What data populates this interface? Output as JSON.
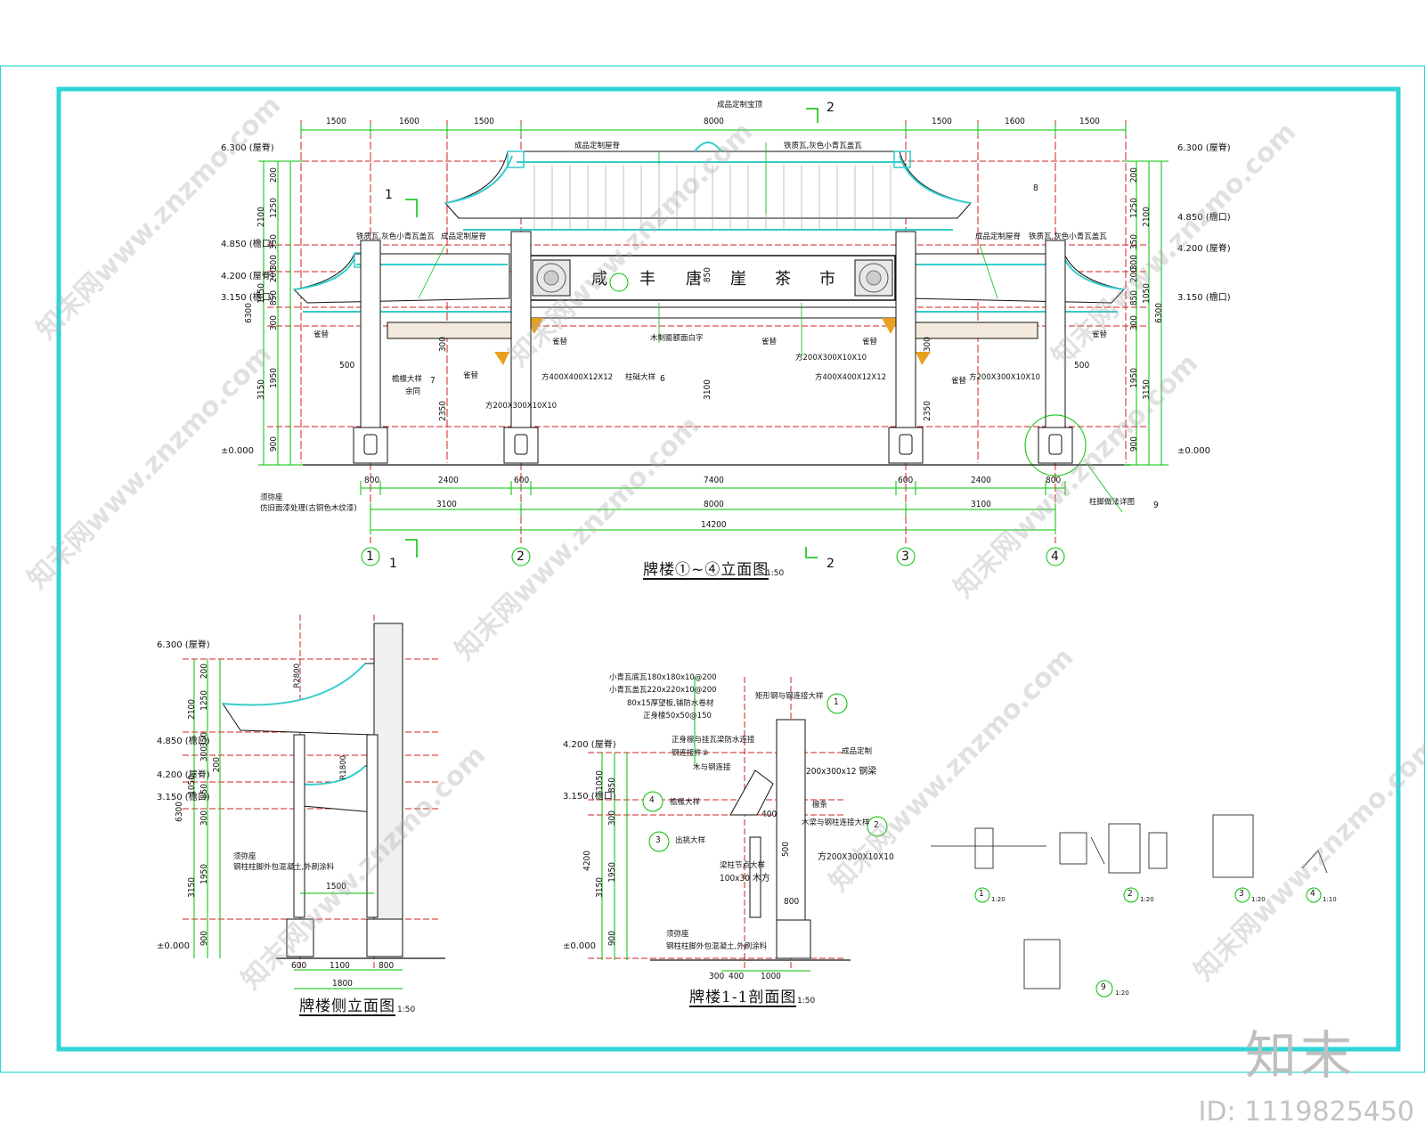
{
  "colors": {
    "frame": "#2fd4d6",
    "dim": "#00c000",
    "axis": "#d02020",
    "ink": "#111111",
    "roof": "#33cccc",
    "accent": "#e8a020"
  },
  "elevation": {
    "title": "牌楼①~④立面图",
    "scale": "1:50",
    "top_dims": [
      "1500",
      "1600",
      "1500",
      "8000",
      "1500",
      "1600",
      "1500"
    ],
    "bottom_dims_1": [
      "800",
      "2400",
      "600",
      "7400",
      "600",
      "2400",
      "800"
    ],
    "bottom_dims_2": [
      "3100",
      "8000",
      "3100"
    ],
    "bottom_total": "14200",
    "axes": [
      "1",
      "2",
      "3",
      "4"
    ],
    "section_marks": [
      "1",
      "1",
      "2",
      "2"
    ],
    "left_levels": [
      "6.300 (屋脊)",
      "4.850 (檐口)",
      "4.200 (屋脊)",
      "3.150 (檐口)",
      "±0.000"
    ],
    "right_levels": [
      "6.300 (屋脊)",
      "4.850 (檐口)",
      "4.200 (屋脊)",
      "3.150 (檐口)",
      "±0.000"
    ],
    "left_vdims": [
      "200",
      "1250",
      "2100",
      "350",
      "300",
      "200",
      "850",
      "1050",
      "6300",
      "300",
      "1950",
      "3150",
      "900"
    ],
    "right_vdims": [
      "200",
      "1250",
      "2100",
      "350",
      "300",
      "200",
      "850",
      "1050",
      "6300",
      "300",
      "1950",
      "3150",
      "900"
    ],
    "board_chars": [
      "咸",
      "丰",
      "唐",
      "崖",
      "茶",
      "市"
    ],
    "center_vdims": [
      "850",
      "3100",
      "2350",
      "2350",
      "300",
      "300"
    ],
    "notes": [
      "成品定制宝顶",
      "成品定制屋脊",
      "铁质瓦,灰色小青瓦盖瓦",
      "铁质瓦,灰色小青瓦盖瓦",
      "成品定制屋脊",
      "成品定制屋脊",
      "铁质瓦,灰色小青瓦盖瓦",
      "雀替",
      "雀替",
      "雀替",
      "雀替",
      "雀替",
      "雀替",
      "雀替",
      "檐椽大样",
      "余同",
      "方400X400X12X12",
      "方200X300X10X10",
      "木制匾额面白字",
      "方200X300X10X10",
      "方400X400X12X12",
      "方200X300X10X10",
      "柱础大样",
      "须弥座",
      "仿旧面漆处理(古铜色木纹漆)",
      "柱脚做法详图"
    ],
    "detail_refs": [
      "7",
      "6",
      "8",
      "9"
    ],
    "small_dims": [
      "500",
      "500"
    ]
  },
  "side": {
    "title": "牌楼侧立面图",
    "scale": "1:50",
    "levels": [
      "6.300 (屋脊)",
      "4.850 (檐口)",
      "4.200 (屋脊)",
      "3.150 (檐口)",
      "±0.000"
    ],
    "vdims": [
      "200",
      "1250",
      "2100",
      "350",
      "300",
      "200",
      "850",
      "1050",
      "6300",
      "300",
      "1950",
      "3150",
      "900"
    ],
    "hdims": [
      "600",
      "1100",
      "800",
      "1800",
      "1500"
    ],
    "notes": [
      "须弥座",
      "钢柱柱脚外包混凝土,外刷涂料",
      "R2800",
      "R1800"
    ]
  },
  "section": {
    "title": "牌楼1-1剖面图",
    "scale": "1:50",
    "levels": [
      "4.200 (屋脊)",
      "3.150 (檐口)",
      "±0.000"
    ],
    "notes": [
      "小青瓦底瓦180x180x10@200",
      "小青瓦盖瓦220x220x10@200",
      "80x15厚望板,铺防水卷材",
      "正身椽50x50@150",
      "正身檩与挂瓦梁防水连接",
      "钢连接件②",
      "木与钢连接",
      "檐椽大样",
      "出挑大样",
      "梁柱节点大样",
      "方200X300X10X10",
      "成品定制",
      "200x300x12 钢梁",
      "檩条",
      "木梁与钢柱连接大样",
      "矩形钢与钢连接大样",
      "须弥座",
      "钢柱柱脚外包混凝土,外刷涂料",
      "100x30 木方"
    ],
    "vdims": [
      "850",
      "1050",
      "300",
      "1950",
      "4200",
      "3150",
      "900"
    ],
    "hdims": [
      "300",
      "400",
      "1000",
      "800",
      "400",
      "500"
    ],
    "refs": [
      "1",
      "4",
      "3",
      "2"
    ]
  },
  "details": {
    "labels": [
      "1",
      "2",
      "3",
      "4",
      "9"
    ],
    "scales": [
      "1:20",
      "1:20",
      "1:20",
      "1:10",
      "1:20"
    ]
  },
  "watermark": {
    "logo": "知末",
    "id": "ID: 1119825450",
    "text": "知末网www.znzmo.com"
  }
}
